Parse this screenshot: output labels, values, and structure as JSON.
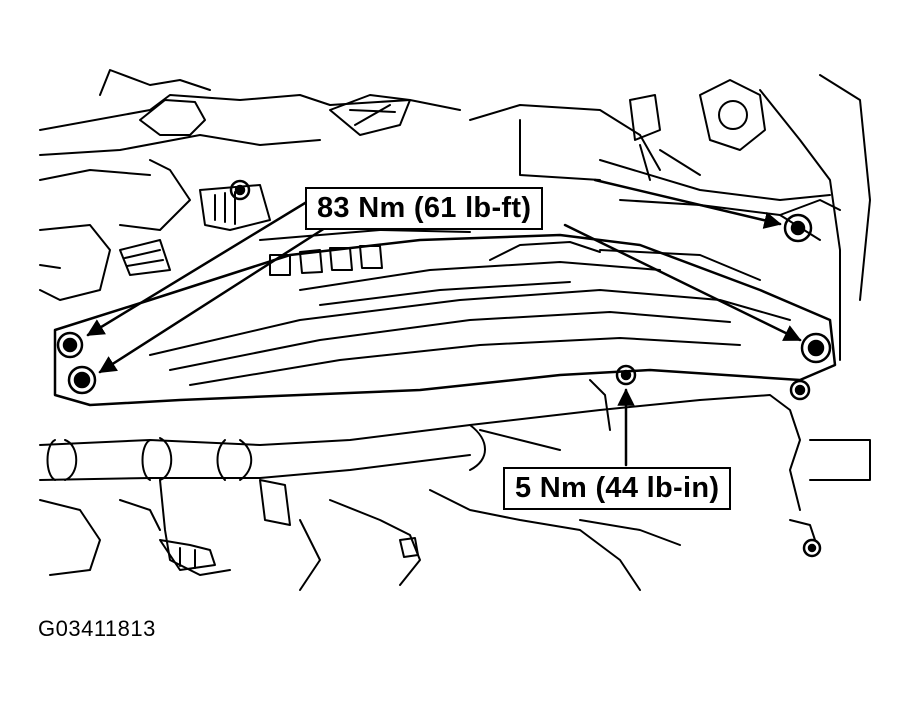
{
  "callouts": {
    "upper_torque": "83 Nm (61 lb-ft)",
    "lower_torque": "5 Nm (44 lb-in)"
  },
  "figure_id": "G03411813",
  "colors": {
    "line": "#000000",
    "background": "#ffffff"
  }
}
